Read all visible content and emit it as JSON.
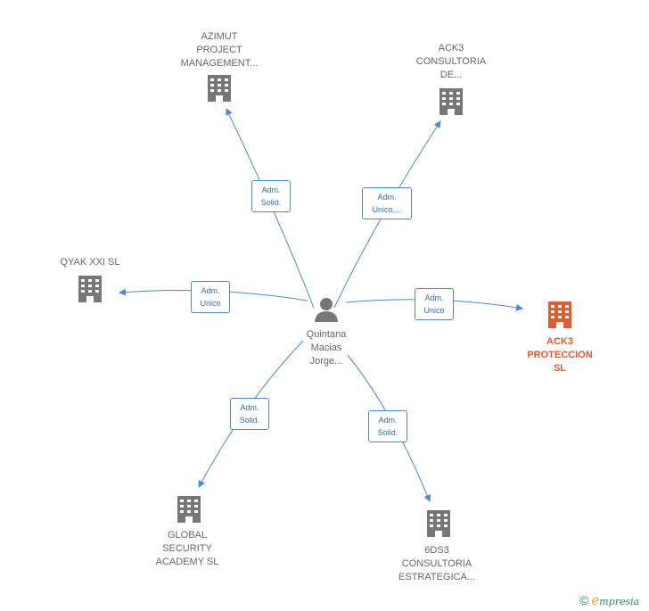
{
  "center": {
    "label_lines": [
      "Quintana",
      "Macias",
      "Jorge..."
    ],
    "icon": "person-icon"
  },
  "nodes": [
    {
      "id": "azimut",
      "label_lines": [
        "AZIMUT",
        "PROJECT",
        "MANAGEMENT..."
      ],
      "icon": "building-icon",
      "highlight": false
    },
    {
      "id": "ack3-consultoria",
      "label_lines": [
        "ACK3",
        "CONSULTORIA",
        "DE..."
      ],
      "icon": "building-icon",
      "highlight": false
    },
    {
      "id": "qyak",
      "label_lines": [
        "QYAK XXI SL"
      ],
      "icon": "building-icon",
      "highlight": false
    },
    {
      "id": "ack3-proteccion",
      "label_lines": [
        "ACK3",
        "PROTECCION",
        "SL"
      ],
      "icon": "building-icon",
      "highlight": true
    },
    {
      "id": "global-security",
      "label_lines": [
        "GLOBAL",
        "SECURITY",
        "ACADEMY  SL"
      ],
      "icon": "building-icon",
      "highlight": false
    },
    {
      "id": "6ds3",
      "label_lines": [
        "6DS3",
        "CONSULTORIA",
        "ESTRATEGICA..."
      ],
      "icon": "building-icon",
      "highlight": false
    }
  ],
  "edges": [
    {
      "to": "azimut",
      "label_lines": [
        "Adm.",
        "Solid."
      ]
    },
    {
      "to": "ack3-consultoria",
      "label_lines": [
        "Adm.",
        "Unico,..."
      ]
    },
    {
      "to": "qyak",
      "label_lines": [
        "Adm.",
        "Unico"
      ]
    },
    {
      "to": "ack3-proteccion",
      "label_lines": [
        "Adm.",
        "Unico"
      ]
    },
    {
      "to": "global-security",
      "label_lines": [
        "Adm.",
        "Solid."
      ]
    },
    {
      "to": "6ds3",
      "label_lines": [
        "Adm.",
        "Solid."
      ]
    }
  ],
  "colors": {
    "edge": "#4a8ad4",
    "building": "#777777",
    "building_highlight": "#e8592f",
    "person": "#777777"
  },
  "watermark": {
    "copyright": "©",
    "brand_initial": "e",
    "brand_rest": "mpresia"
  }
}
